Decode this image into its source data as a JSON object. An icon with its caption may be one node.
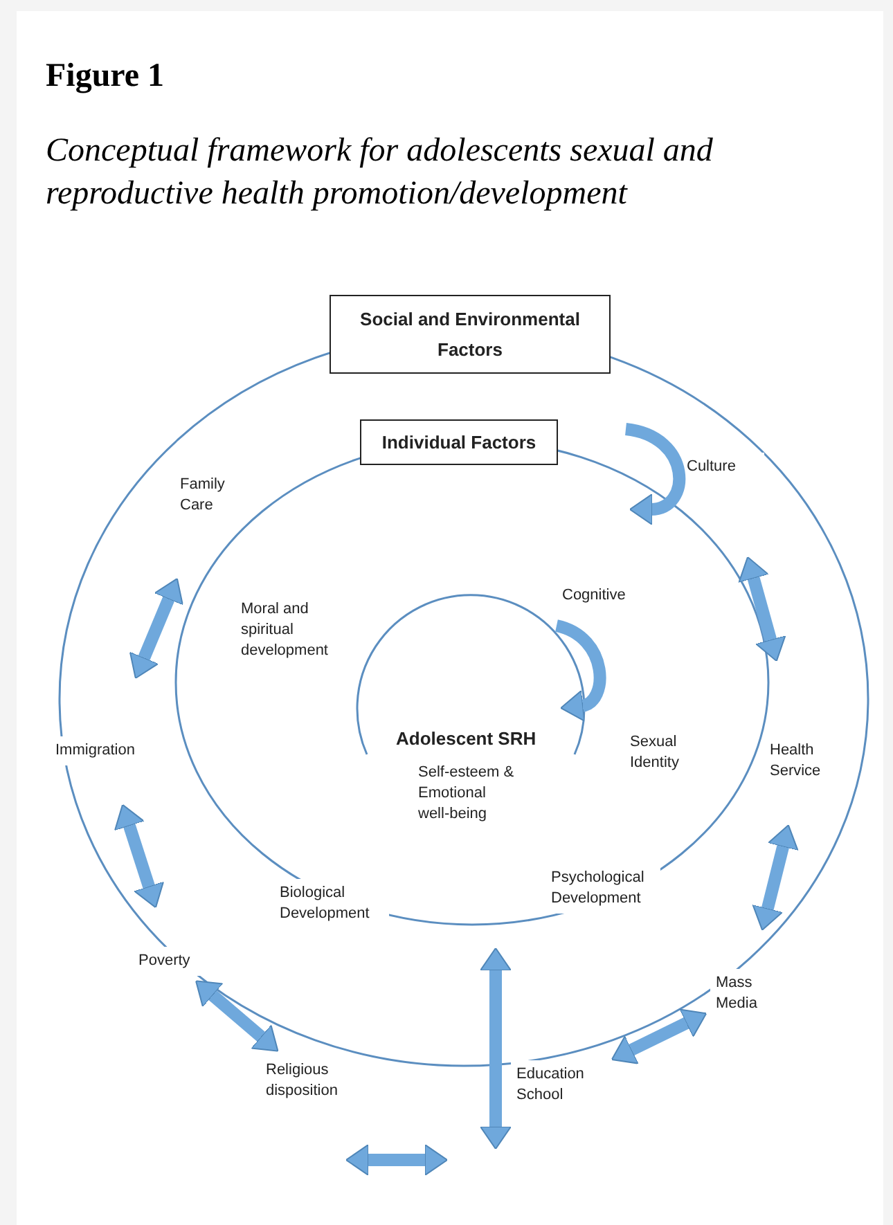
{
  "diagram": {
    "title": "Figure 1",
    "caption": "Conceptual framework for adolescents sexual and reproductive health promotion/development",
    "nodes": [
      {
        "text": [
          "Social and Environmental Factors"
        ]
      },
      {
        "text": [
          "Individual Factors"
        ]
      },
      {
        "text": [
          "Culture"
        ]
      },
      {
        "text": [
          "Family Care"
        ]
      },
      {
        "text": [
          "Immigration"
        ]
      },
      {
        "text": [
          "Health Service"
        ]
      },
      {
        "text": [
          "Poverty"
        ]
      },
      {
        "text": [
          "Mass Media"
        ]
      },
      {
        "text": [
          "Religious disposition"
        ]
      },
      {
        "text": [
          "Education School"
        ]
      }
    ],
    "edges": [
      {
        "from": 3,
        "to": 4,
        "arrow": "both"
      },
      {
        "from": 4,
        "to": 6,
        "arrow": "both"
      },
      {
        "from": 6,
        "to": 8,
        "arrow": "both"
      },
      {
        "from": 9,
        "to": 7,
        "arrow": "both"
      },
      {
        "from": 7,
        "to": 5,
        "arrow": "both"
      },
      {
        "from": 5,
        "to": 2,
        "arrow": "both"
      }
    ],
    "labels": [
      "Moral and spiritual development",
      "Cognitive",
      "Adolescent SRH",
      "Sexual Identity",
      "Self-esteem & Emotional well-being",
      "Psychological Development",
      "Biological Development"
    ]
  }
}
